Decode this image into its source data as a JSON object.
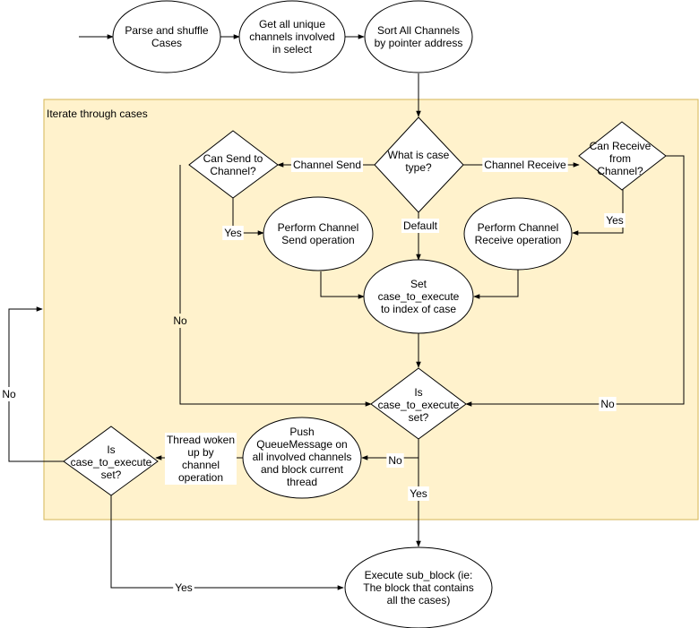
{
  "colors": {
    "group_fill": "#fff2cc",
    "group_stroke": "#d6b656",
    "line": "#000000",
    "node_fill": "#ffffff"
  },
  "group": {
    "label": "Iterate through cases"
  },
  "nodes": {
    "parse": [
      "Parse and shuffle",
      "Cases"
    ],
    "unique": [
      "Get all unique",
      "channels involved",
      "in select"
    ],
    "sort": [
      "Sort All Channels",
      "by pointer address"
    ],
    "case_type": [
      "What is case",
      "type?"
    ],
    "can_send": [
      "Can Send to",
      "Channel?"
    ],
    "can_receive": [
      "Can Receive",
      "from",
      "Channel?"
    ],
    "send_op": [
      "Perform Channel",
      "Send operation"
    ],
    "receive_op": [
      "Perform Channel",
      "Receive operation"
    ],
    "set_case": [
      "Set",
      "case_to_execute",
      "to index of case"
    ],
    "is_set_1": [
      "Is",
      "case_to_execute",
      "set?"
    ],
    "push": [
      "Push",
      "QueueMessage on",
      "all involved channels",
      "and block current",
      "thread"
    ],
    "is_set_2": [
      "Is",
      "case_to_execute",
      "set?"
    ],
    "execute": [
      "Execute sub_block (ie:",
      "The block that contains",
      "all the cases)"
    ]
  },
  "edge_labels": {
    "channel_send": [
      "Channel Send"
    ],
    "channel_receive": [
      "Channel Receive"
    ],
    "default": [
      "Default"
    ],
    "send_yes": [
      "Yes"
    ],
    "receive_yes": [
      "Yes"
    ],
    "send_no": [
      "No"
    ],
    "receive_no": [
      "No"
    ],
    "set1_no": [
      "No"
    ],
    "set1_yes": [
      "Yes"
    ],
    "woken": [
      "Thread woken",
      "up by",
      "channel",
      "operation"
    ],
    "loop_no": [
      "No"
    ],
    "set2_yes": [
      "Yes"
    ]
  }
}
